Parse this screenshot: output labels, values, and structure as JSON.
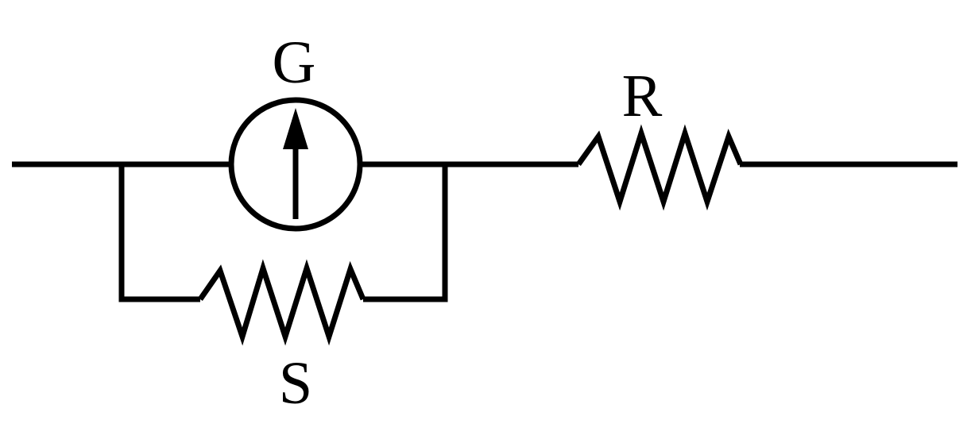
{
  "labels": {
    "galvanometer": "G",
    "series_resistor": "R",
    "shunt_resistor": "S"
  },
  "colors": {
    "line": "#000000",
    "background": "#ffffff"
  }
}
